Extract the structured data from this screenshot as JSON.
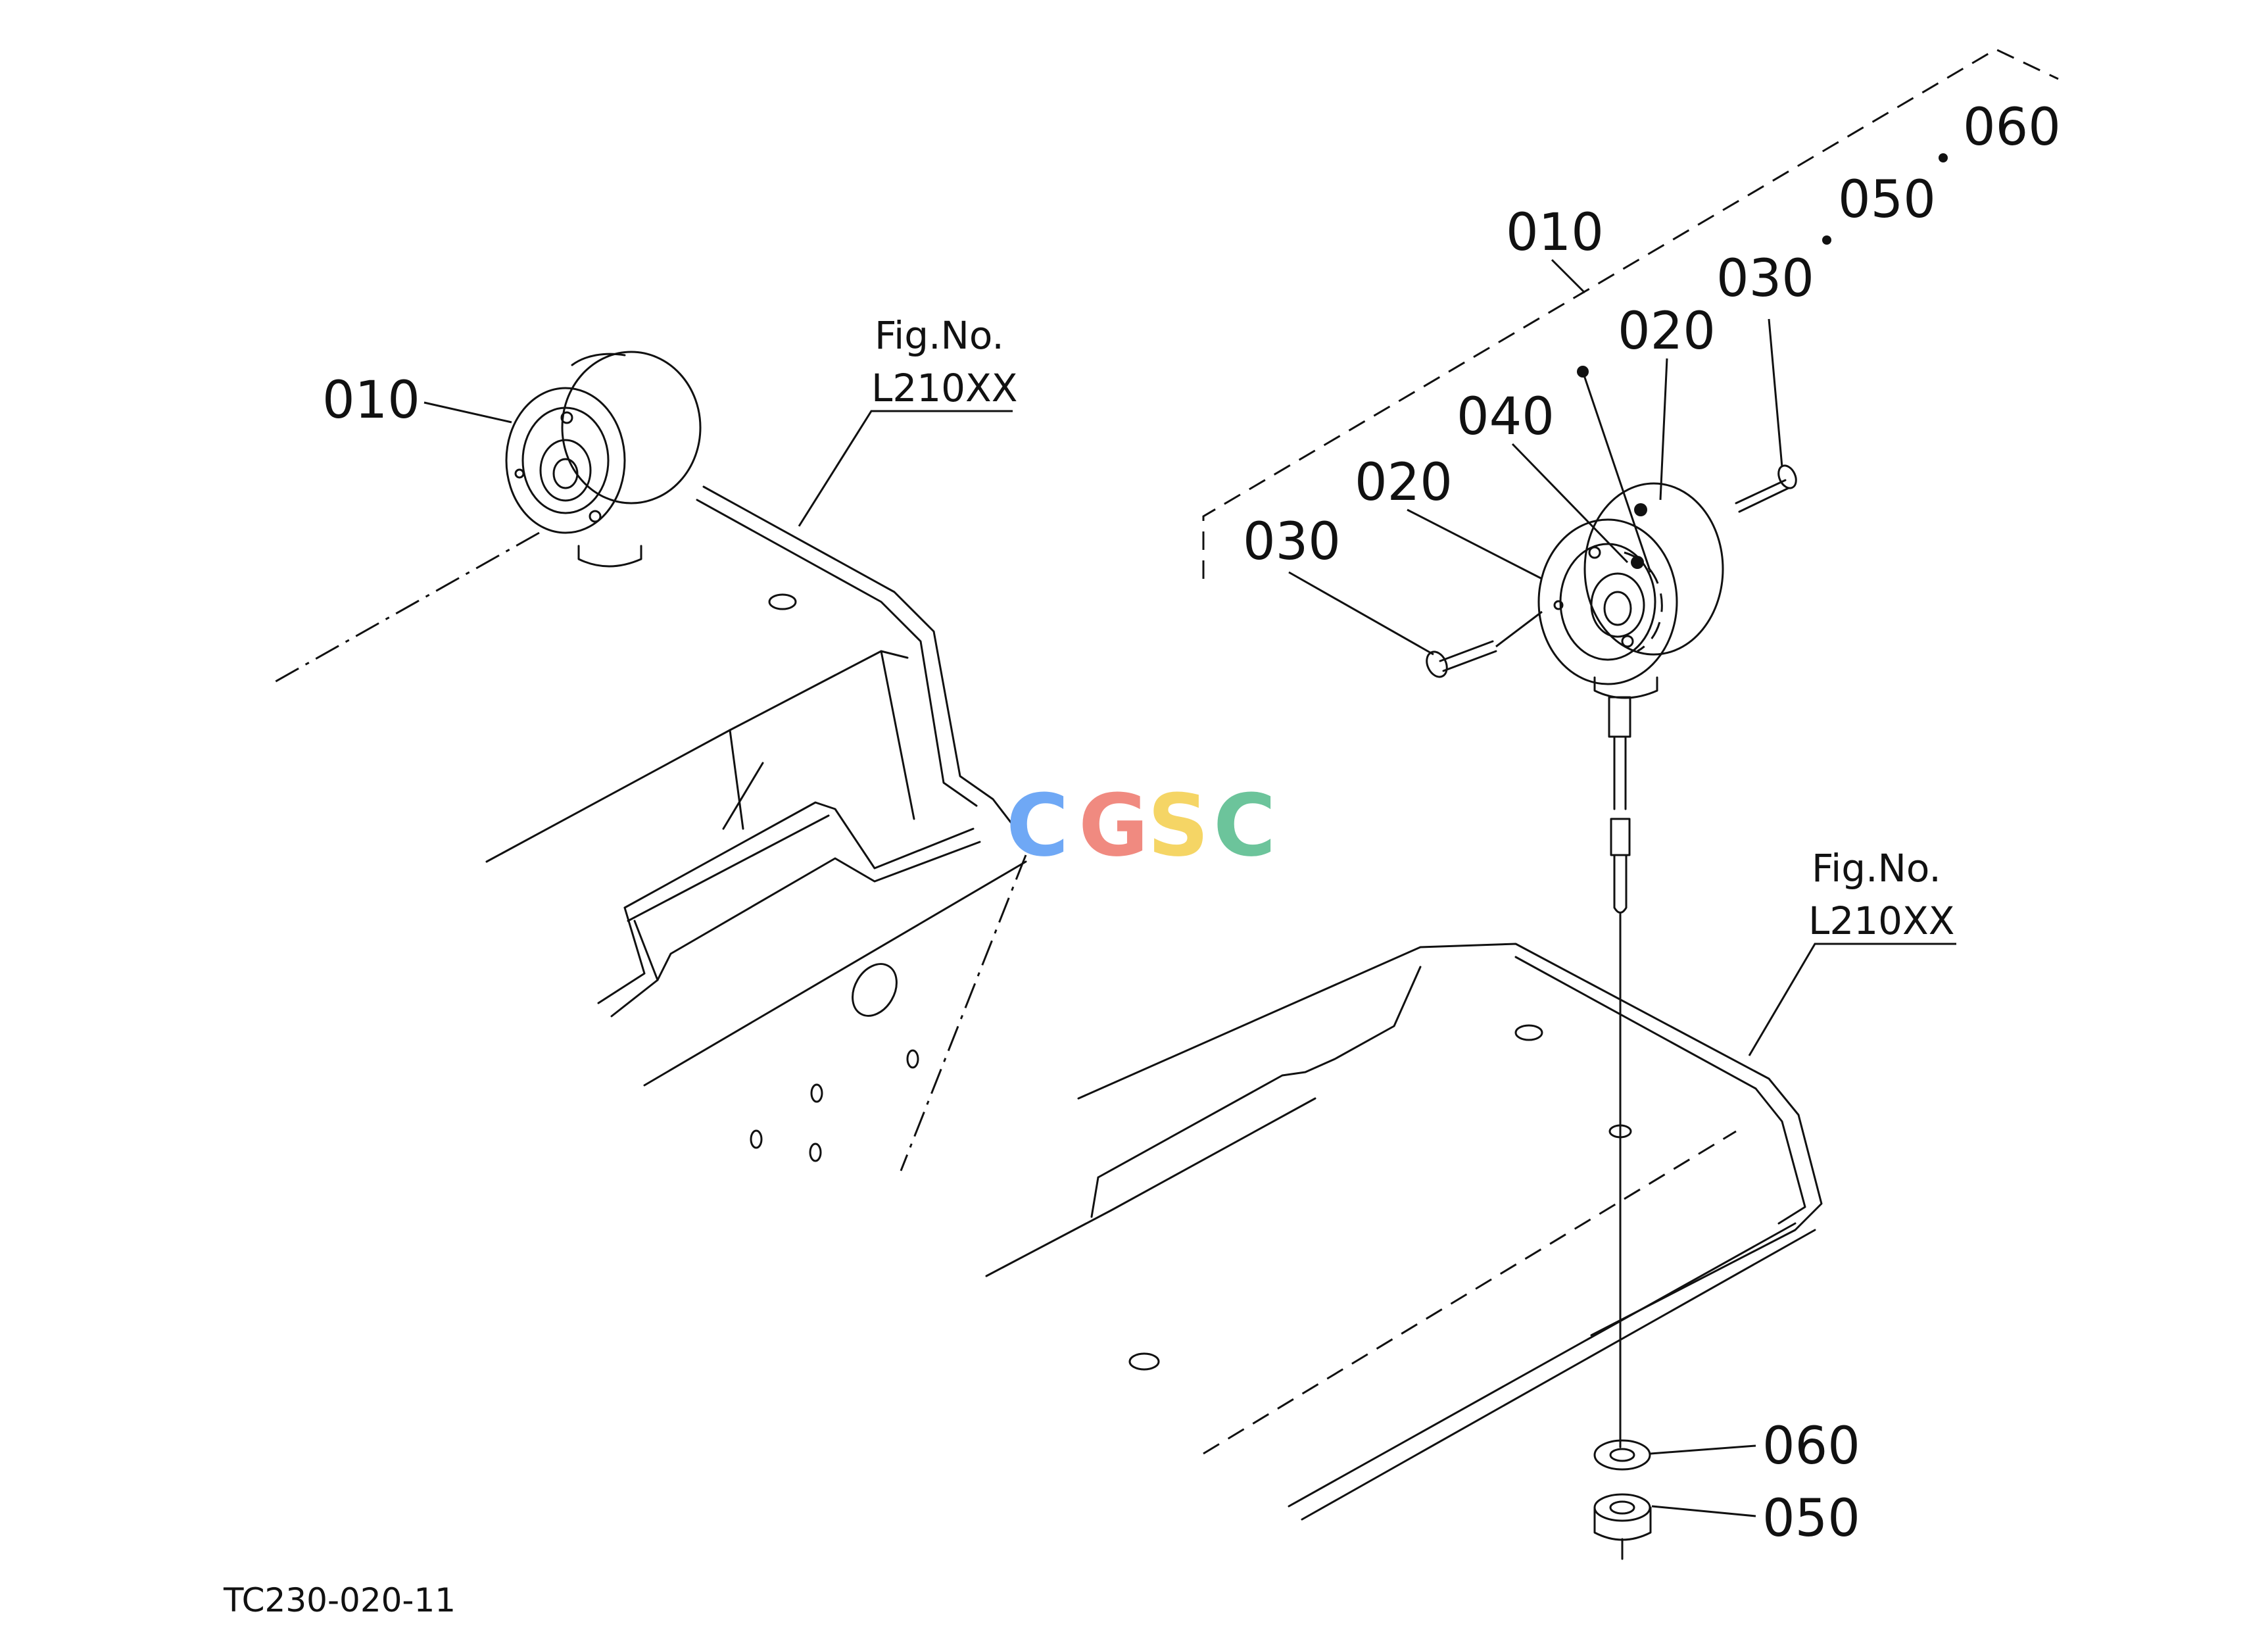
{
  "drawing_code": "TC230-020-11",
  "watermark": {
    "letters": [
      "C",
      "G",
      "S",
      "C"
    ],
    "colors": [
      "#6fa8f5",
      "#f08a80",
      "#f5d565",
      "#6cc49b"
    ]
  },
  "left_view": {
    "part_label": "010",
    "fig_ref": {
      "line1": "Fig.No.",
      "line2": "L210XX"
    }
  },
  "right_view": {
    "assembly_label": "010",
    "set_label_a": "060",
    "set_label_b": "050",
    "set_label_c": "030",
    "labels": {
      "p020_top": "020",
      "p040": "040",
      "p020_mid": "020",
      "p030_left": "030",
      "p060_bottom": "060",
      "p050_bottom": "050"
    },
    "fig_ref": {
      "line1": "Fig.No.",
      "line2": "L210XX"
    }
  }
}
